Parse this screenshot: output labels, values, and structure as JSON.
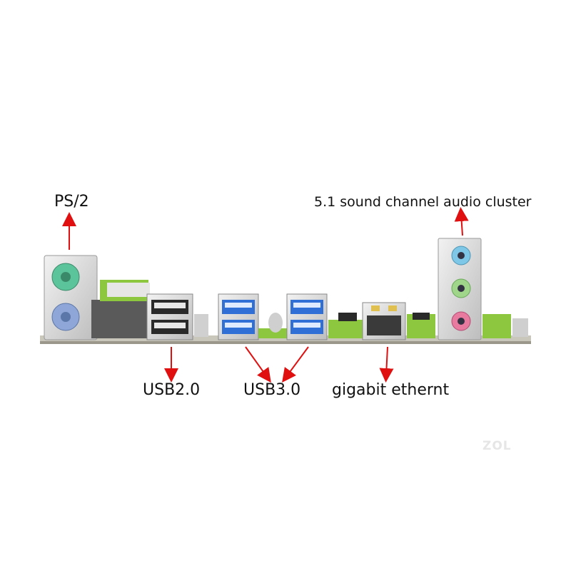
{
  "labels": {
    "ps2": "PS/2",
    "audio": "5.1 sound channel audio cluster",
    "usb2": "USB2.0",
    "usb3": "USB3.0",
    "ethernet": "gigabit ethernt"
  },
  "watermark": "ZOL",
  "colors": {
    "arrow": "#e01010",
    "pcb": "#8dc63f",
    "ps2_mouse": "#5cc49a",
    "ps2_keyboard": "#8fa7d8",
    "usb3_blue": "#2f6fd6",
    "audio_line_in": "#7fc7e6",
    "audio_line_out": "#9fd68a",
    "audio_mic": "#e87aa0"
  }
}
